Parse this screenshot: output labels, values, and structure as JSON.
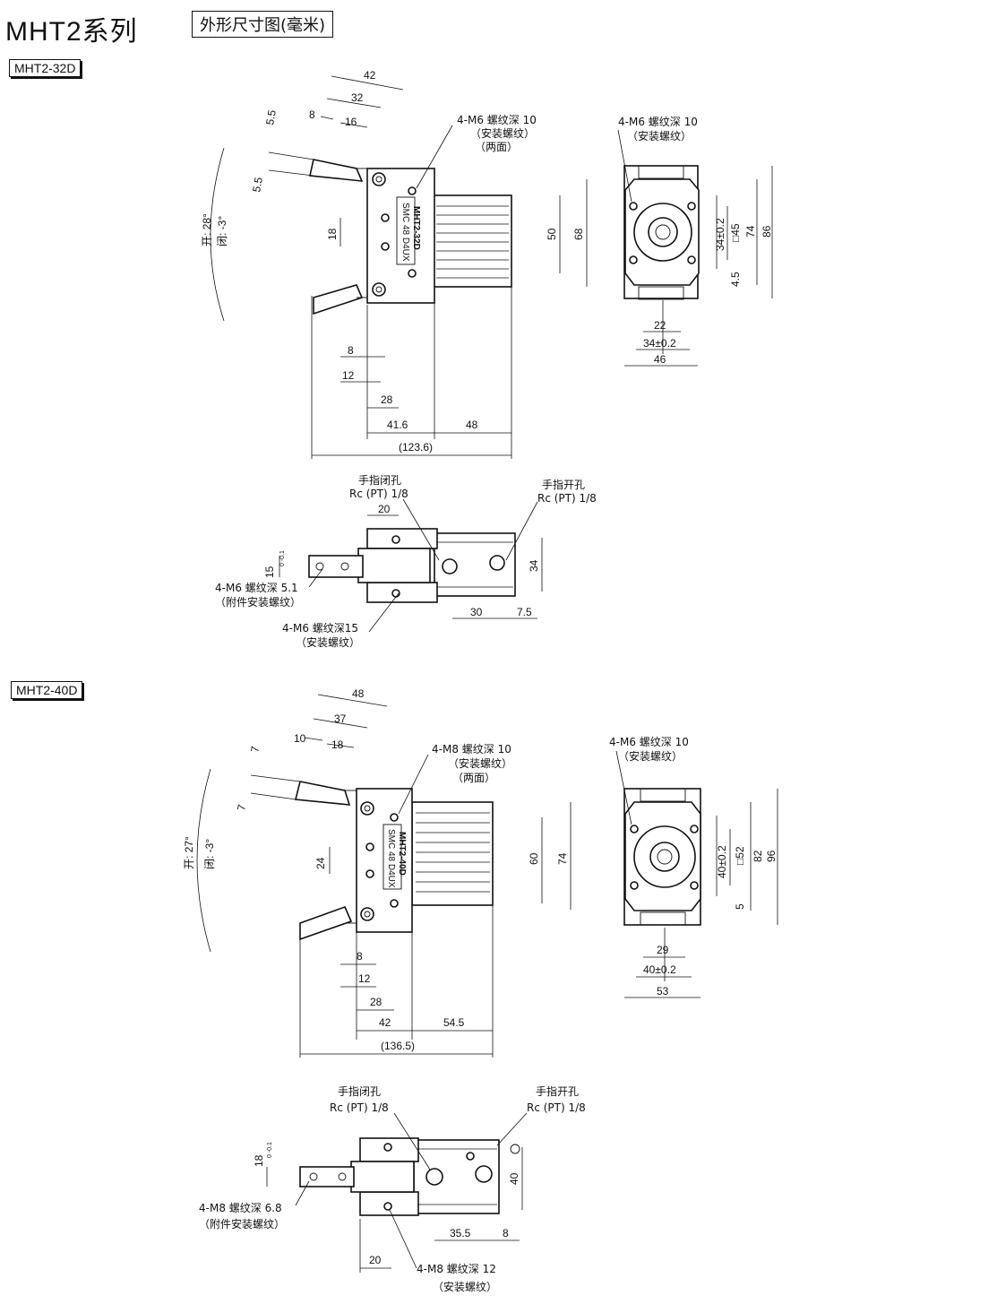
{
  "header": {
    "title": "MHT2系列",
    "subtitle": "外形尺寸图(毫米)"
  },
  "model_32": {
    "label": "MHT2-32D",
    "body_text": "MHT2-32D",
    "brand": "SMC 48 D4UX",
    "d42": "42",
    "d32": "32",
    "d8": "8",
    "d16": "16",
    "d55a": "5.5",
    "d55b": "5.5",
    "angle_open": "开: 28°",
    "angle_close": "闭: -3°",
    "d18": "18",
    "d50": "50",
    "d68": "68",
    "n1": "4-M6 螺纹深 10",
    "n2": "（安装螺纹）",
    "n3": "（两面）",
    "d8b": "8",
    "d12": "12",
    "d28": "28",
    "d416": "41.6",
    "d48": "48",
    "d1236": "(123.6)",
    "e_n1": "4-M6 螺纹深 10",
    "e_n2": "（安装螺纹）",
    "e34": "34±0.2",
    "e45": "□45",
    "e74": "74",
    "e86": "86",
    "e45b": "4.5",
    "e22": "22",
    "e34b": "34±0.2",
    "e46": "46",
    "s_close": "手指闭孔",
    "s_close_rc": "Rc (PT) 1/8",
    "s_open": "手指开孔",
    "s_open_rc": "Rc (PT) 1/8",
    "s20": "20",
    "s15": "15",
    "s15tol": "0 -0.1",
    "s34": "34",
    "s30": "30",
    "s75": "7.5",
    "s_n1": "4-M6 螺纹深 5.1",
    "s_n2": "（附件安装螺纹）",
    "s_n3": "4-M6 螺纹深15",
    "s_n4": "（安装螺纹）"
  },
  "model_40": {
    "label": "MHT2-40D",
    "body_text": "MHT2-40D",
    "brand": "SMC 48 D4UX",
    "d48": "48",
    "d37": "37",
    "d10": "10",
    "d18": "18",
    "d7a": "7",
    "d7b": "7",
    "angle_open": "开: 27°",
    "angle_close": "闭: -3°",
    "d24": "24",
    "d60": "60",
    "d74": "74",
    "n1": "4-M8 螺纹深 10",
    "n2": "（安装螺纹）",
    "n3": "（两面）",
    "d8": "8",
    "d12": "12",
    "d28": "28",
    "d42": "42",
    "d545": "54.5",
    "d1365": "(136.5)",
    "e_n1": "4-M6 螺纹深 10",
    "e_n2": "（安装螺纹）",
    "e40": "40±0.2",
    "e52": "□52",
    "e82": "82",
    "e96": "96",
    "e5": "5",
    "e29": "29",
    "e40b": "40±0.2",
    "e53": "53",
    "s_close": "手指闭孔",
    "s_close_rc": "Rc (PT) 1/8",
    "s_open": "手指开孔",
    "s_open_rc": "Rc (PT) 1/8",
    "s18": "18",
    "s18tol": "0 -0.1",
    "s40": "40",
    "s355": "35.5",
    "s8": "8",
    "s20": "20",
    "s_n1": "4-M8 螺纹深 6.8",
    "s_n2": "（附件安装螺纹）",
    "s_n3": "4-M8 螺纹深 12",
    "s_n4": "（安装螺纹）"
  }
}
